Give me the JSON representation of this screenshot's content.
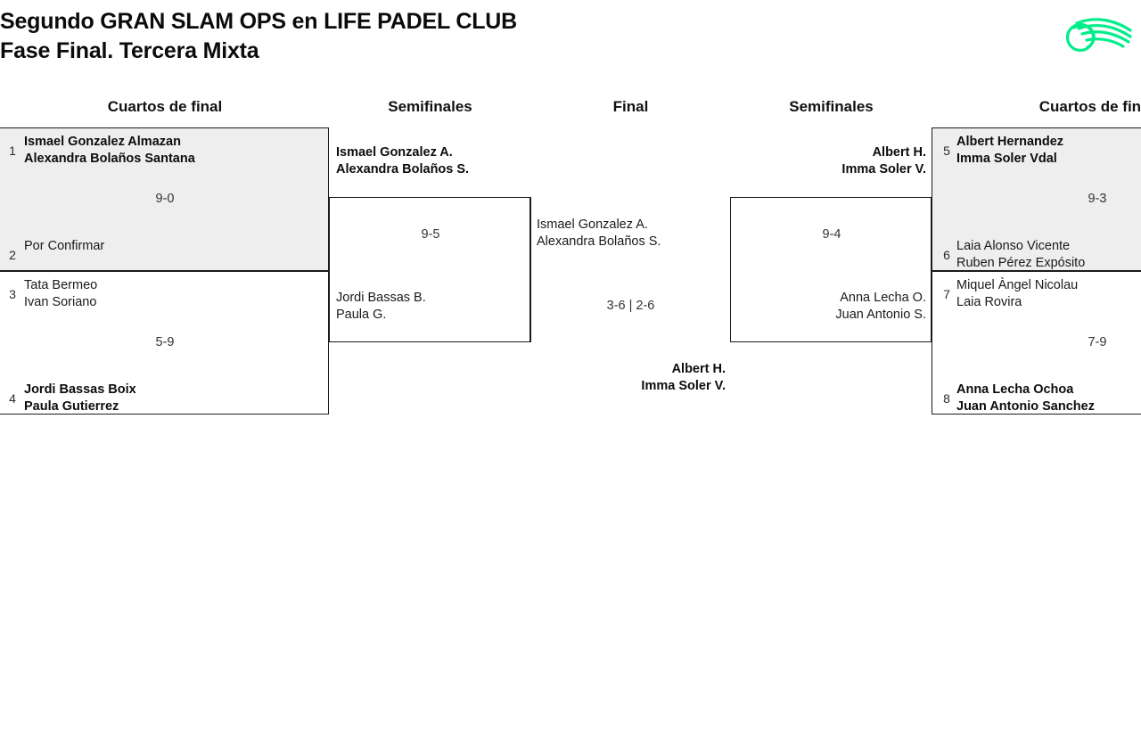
{
  "header": {
    "title_line1": "Segundo GRAN SLAM OPS en LIFE PADEL CLUB",
    "title_line2": "Fase Final. Tercera Mixta",
    "logo_name": "padel-ball-swoosh-logo",
    "logo_color": "#00EE8A"
  },
  "rounds": {
    "quarterfinals_left": "Cuartos de final",
    "semifinals_left": "Semifinales",
    "final": "Final",
    "semifinals_right": "Semifinales",
    "quarterfinals_right": "Cuartos de final"
  },
  "bracket": {
    "qf_left": [
      {
        "seed_top": "1",
        "top_p1": "Ismael Gonzalez Almazan",
        "top_p2": "Alexandra Bolaños Santana",
        "top_winner": true,
        "score": "9-0",
        "seed_bot": "2",
        "bot_p1": "Por Confirmar",
        "bot_p2": "",
        "bot_winner": false,
        "shaded": true
      },
      {
        "seed_top": "3",
        "top_p1": "Tata Bermeo",
        "top_p2": "Ivan Soriano",
        "top_winner": false,
        "score": "5-9",
        "seed_bot": "4",
        "bot_p1": "Jordi Bassas Boix",
        "bot_p2": "Paula Gutierrez",
        "bot_winner": true,
        "shaded": false
      }
    ],
    "qf_right": [
      {
        "seed_top": "5",
        "top_p1": "Albert Hernandez",
        "top_p2": "Imma Soler Vdal",
        "top_winner": true,
        "score": "9-3",
        "seed_bot": "6",
        "bot_p1": "Laia Alonso Vicente",
        "bot_p2": "Ruben Pérez Expósito",
        "bot_winner": false,
        "shaded": true
      },
      {
        "seed_top": "7",
        "top_p1": "Miquel Àngel Nicolau",
        "top_p2": "Laia Rovira",
        "top_winner": false,
        "score": "7-9",
        "seed_bot": "8",
        "bot_p1": "Anna Lecha Ochoa",
        "bot_p2": "Juan Antonio Sanchez",
        "bot_winner": true,
        "shaded": false
      }
    ],
    "sf_left": {
      "top_p1": "Ismael Gonzalez A.",
      "top_p2": "Alexandra Bolaños S.",
      "top_winner": true,
      "score": "9-5",
      "bot_p1": "Jordi Bassas B.",
      "bot_p2": "Paula G.",
      "bot_winner": false
    },
    "sf_right": {
      "top_p1": "Albert H.",
      "top_p2": "Imma Soler V.",
      "top_winner": true,
      "score": "9-4",
      "bot_p1": "Anna Lecha O.",
      "bot_p2": "Juan Antonio S.",
      "bot_winner": false
    },
    "final_match": {
      "top_p1": "Ismael Gonzalez A.",
      "top_p2": "Alexandra Bolaños S.",
      "top_winner": false,
      "score": "3-6 | 2-6",
      "bot_p1": "Albert H.",
      "bot_p2": "Imma Soler V.",
      "bot_winner": true
    }
  }
}
